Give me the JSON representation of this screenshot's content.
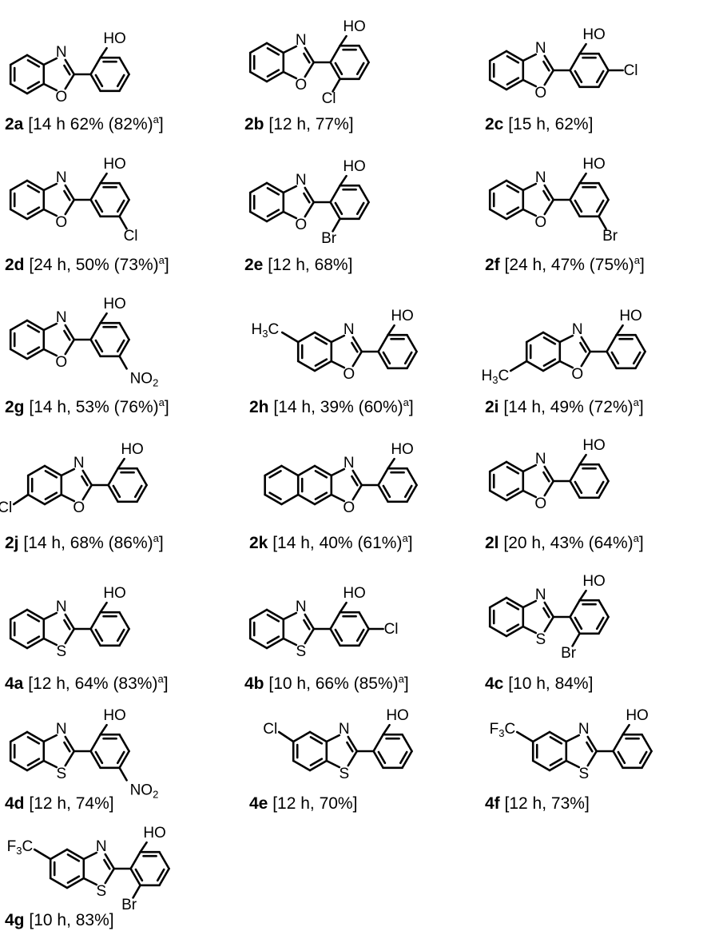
{
  "atoms": {
    "N": "N",
    "O": "O",
    "S": "S",
    "HO": "HO",
    "Cl": "Cl",
    "Br": "Br",
    "NO": "NO",
    "two": "2",
    "three": "3",
    "H": "H",
    "C": "C",
    "F": "F"
  },
  "compounds": [
    {
      "id": "2a",
      "details": "[14 h 62% (82%)",
      "sup": "a",
      "close": "]"
    },
    {
      "id": "2b",
      "details": "[12 h, 77%]",
      "sup": "",
      "close": ""
    },
    {
      "id": "2c",
      "details": "[15 h, 62%]",
      "sup": "",
      "close": ""
    },
    {
      "id": "2d",
      "details": "[24 h, 50% (73%)",
      "sup": "a",
      "close": "]"
    },
    {
      "id": "2e",
      "details": "[12 h, 68%]",
      "sup": "",
      "close": ""
    },
    {
      "id": "2f",
      "details": "[24 h, 47% (75%)",
      "sup": "a",
      "close": "]"
    },
    {
      "id": "2g",
      "details": "[14 h, 53% (76%)",
      "sup": "a",
      "close": "]"
    },
    {
      "id": "2h",
      "details": "[14 h, 39% (60%)",
      "sup": "a",
      "close": "]"
    },
    {
      "id": "2i",
      "details": "[14 h, 49% (72%)",
      "sup": "a",
      "close": "]"
    },
    {
      "id": "2j",
      "details": "[14 h, 68% (86%)",
      "sup": "a",
      "close": "]"
    },
    {
      "id": "2k",
      "details": "[14 h, 40% (61%)",
      "sup": "a",
      "close": "]"
    },
    {
      "id": "2l",
      "details": "[20 h, 43% (64%)",
      "sup": "a",
      "close": "]"
    },
    {
      "id": "4a",
      "details": "[12 h, 64% (83%)",
      "sup": "a",
      "close": "]"
    },
    {
      "id": "4b",
      "details": "[10 h, 66% (85%)",
      "sup": "a",
      "close": "]"
    },
    {
      "id": "4c",
      "details": "[10 h, 84%]",
      "sup": "",
      "close": ""
    },
    {
      "id": "4d",
      "details": "[12 h, 74%]",
      "sup": "",
      "close": ""
    },
    {
      "id": "4e",
      "details": "[12 h, 70%]",
      "sup": "",
      "close": ""
    },
    {
      "id": "4f",
      "details": "[12 h, 73%]",
      "sup": "",
      "close": ""
    },
    {
      "id": "4g",
      "details": "[10 h, 83%]",
      "sup": "",
      "close": ""
    }
  ]
}
